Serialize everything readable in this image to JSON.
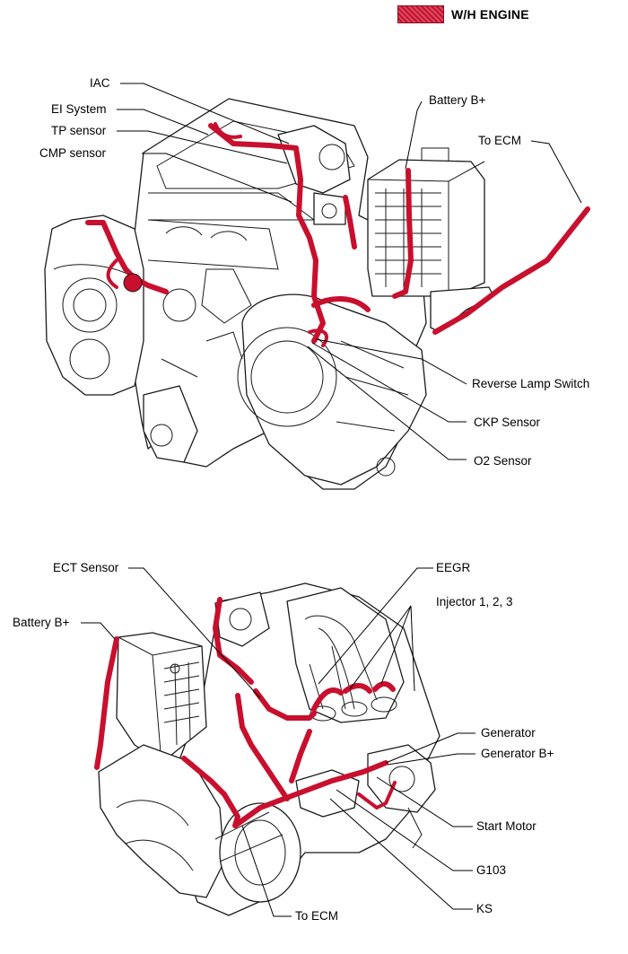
{
  "legend": {
    "label": "W/H ENGINE",
    "color": "#c8102e"
  },
  "top_diagram": {
    "labels": {
      "iac": "IAC",
      "ei_system": "EI System",
      "tp_sensor": "TP sensor",
      "cmp_sensor": "CMP sensor",
      "battery": "Battery B+",
      "to_ecm": "To ECM",
      "reverse_lamp": "Reverse Lamp Switch",
      "ckp_sensor": "CKP Sensor",
      "o2_sensor": "O2 Sensor"
    }
  },
  "bottom_diagram": {
    "labels": {
      "ect_sensor": "ECT Sensor",
      "eegr": "EEGR",
      "injectors": "Injector 1, 2, 3",
      "battery": "Battery B+",
      "generator": "Generator",
      "generator_b": "Generator B+",
      "start_motor": "Start Motor",
      "g103": "G103",
      "ks": "KS",
      "to_ecm": "To ECM"
    }
  }
}
